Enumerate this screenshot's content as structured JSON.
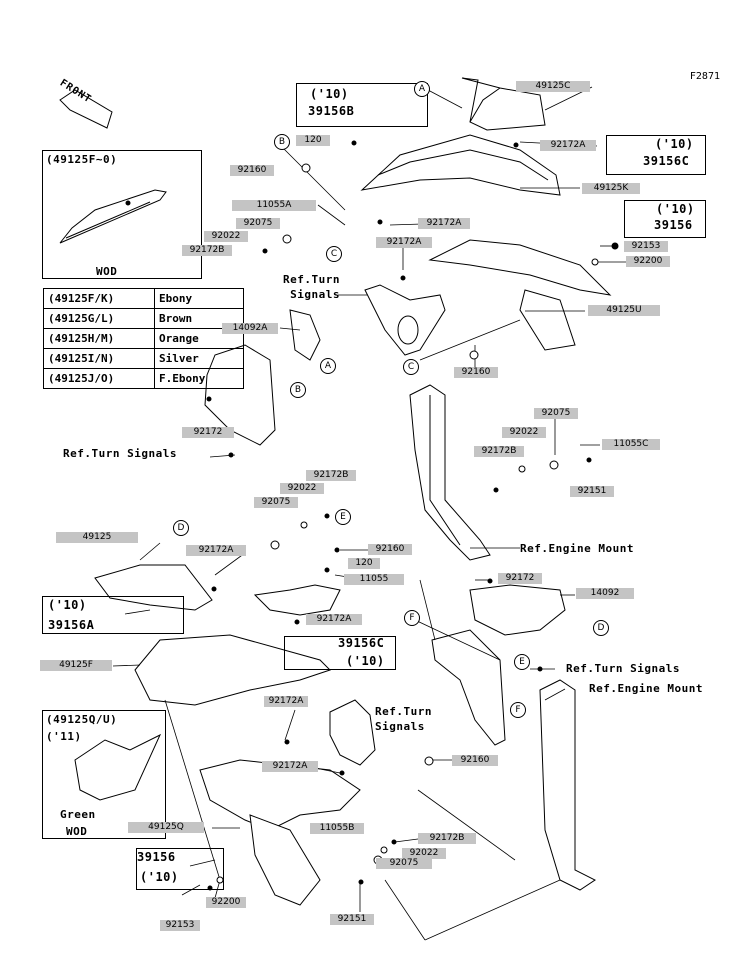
{
  "figure_id": "F2871",
  "front_label": "FRONT",
  "insets": {
    "top": {
      "title": "(49125F~0)",
      "label": "WOD"
    },
    "bottom": {
      "title": "(49125Q/U)",
      "year": "('11)",
      "green": "Green",
      "label": "WOD"
    }
  },
  "color_table": [
    {
      "code": "(49125F/K)",
      "color": "Ebony"
    },
    {
      "code": "(49125G/L)",
      "color": "Brown"
    },
    {
      "code": "(49125H/M)",
      "color": "Orange"
    },
    {
      "code": "(49125I/N)",
      "color": "Silver"
    },
    {
      "code": "(49125J/O)",
      "color": "F.Ebony"
    }
  ],
  "year_boxes": {
    "b39156B": {
      "year": "('10)",
      "part": "39156B"
    },
    "b39156C_top": {
      "year": "('10)",
      "part": "39156C"
    },
    "b39156_right": {
      "year": "('10)",
      "part": "39156"
    },
    "b39156A": {
      "year": "('10)",
      "part": "39156A"
    },
    "b39156C_mid": {
      "year": "('10)",
      "part": "39156C"
    },
    "b39156_bottom": {
      "year": "('10)",
      "part": "39156"
    }
  },
  "references": {
    "turn_signals_1": "Ref.Turn Signals",
    "turn_signals_2": "Ref.Turn Signals",
    "turn_signals_3": "Ref.Turn Signals",
    "turn_signals_4": "Ref.Turn Signals",
    "engine_mount_1": "Ref.Engine Mount",
    "engine_mount_2": "Ref.Engine Mount"
  },
  "part_numbers": {
    "p49125C": "49125C",
    "p92172A_1": "92172A",
    "p120_1": "120",
    "p92160_1": "92160",
    "p49125K": "49125K",
    "p11055A": "11055A",
    "p92172A_2": "92172A",
    "p92075_1": "92075",
    "p92022_1": "92022",
    "p92172B_1": "92172B",
    "p92172A_3": "92172A",
    "p92153_1": "92153",
    "p92200_1": "92200",
    "p49125U": "49125U",
    "p14092A": "14092A",
    "p92160_2": "92160",
    "p92075_2": "92075",
    "p92022_2": "92022",
    "p92172B_2": "92172B",
    "p11055C": "11055C",
    "p92172_1": "92172",
    "p92151_1": "92151",
    "p92172B_3": "92172B",
    "p92022_3": "92022",
    "p92075_3": "92075",
    "p49125": "49125",
    "p92172A_4": "92172A",
    "p92160_3": "92160",
    "p120_2": "120",
    "p11055": "11055",
    "p92172_2": "92172",
    "p14092": "14092",
    "p92172A_5": "92172A",
    "p49125F": "49125F",
    "p92172A_6": "92172A",
    "p92172A_7": "92172A",
    "p92160_4": "92160",
    "p49125Q": "49125Q",
    "p11055B": "11055B",
    "p92172B_4": "92172B",
    "p92022_4": "92022",
    "p92075_4": "92075",
    "p92200_2": "92200",
    "p92153_2": "92153",
    "p92151_2": "92151"
  },
  "callouts": [
    "A",
    "B",
    "C",
    "A",
    "B",
    "C",
    "D",
    "E",
    "F",
    "D",
    "E",
    "F"
  ]
}
